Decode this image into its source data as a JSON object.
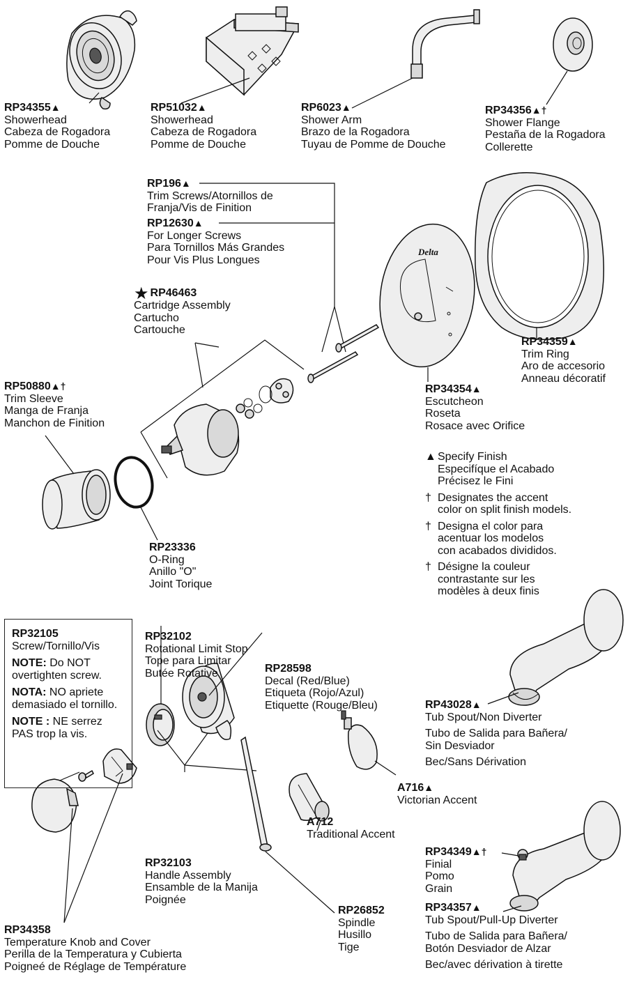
{
  "symbols": {
    "triangle": "▲",
    "dagger": "†",
    "star": "★"
  },
  "parts": [
    {
      "id": "p_RP34355",
      "number": "RP34355",
      "suffix": "▲",
      "lines": [
        "Showerhead",
        "Cabeza de Rogadora",
        "Pomme de Douche"
      ]
    },
    {
      "id": "p_RP51032",
      "number": "RP51032",
      "suffix": "▲",
      "lines": [
        "Showerhead",
        "Cabeza de Rogadora",
        "Pomme de Douche"
      ]
    },
    {
      "id": "p_RP6023",
      "number": "RP6023",
      "suffix": "▲",
      "lines": [
        "Shower Arm",
        "Brazo de la Rogadora",
        "Tuyau de Pomme de Douche"
      ]
    },
    {
      "id": "p_RP34356",
      "number": "RP34356",
      "suffix": "▲†",
      "lines": [
        "Shower Flange",
        "Pestaña de la Rogadora",
        "Collerette"
      ]
    },
    {
      "id": "p_RP196",
      "number": "RP196",
      "suffix": "▲",
      "lines": [
        "Trim Screws/Atornillos de",
        "Franja/Vis de Finition"
      ]
    },
    {
      "id": "p_RP12630",
      "number": "RP12630",
      "suffix": "▲",
      "lines": [
        "For Longer Screws",
        "Para Tornillos Más Grandes",
        "Pour Vis Plus Longues"
      ]
    },
    {
      "id": "p_RP46463",
      "number": "RP46463",
      "prefix": "★",
      "suffix": "",
      "lines": [
        "Cartridge Assembly",
        "Cartucho",
        "Cartouche"
      ]
    },
    {
      "id": "p_RP34359",
      "number": "RP34359",
      "suffix": "▲",
      "lines": [
        "Trim Ring",
        "Aro de accesorio",
        "Anneau décoratif"
      ]
    },
    {
      "id": "p_RP50880",
      "number": "RP50880",
      "suffix": "▲†",
      "lines": [
        "Trim Sleeve",
        "Manga de Franja",
        "Manchon de Finition"
      ]
    },
    {
      "id": "p_RP34354",
      "number": "RP34354",
      "suffix": "▲",
      "lines": [
        "Escutcheon",
        "Roseta",
        "Rosace avec Orifice"
      ]
    },
    {
      "id": "p_RP23336",
      "number": "RP23336",
      "suffix": "",
      "lines": [
        "O-Ring",
        "Anillo \"O\"",
        "Joint Torique"
      ]
    },
    {
      "id": "p_RP32102",
      "number": "RP32102",
      "suffix": "",
      "lines": [
        "Rotational Limit Stop",
        "Tope para Limitar",
        "Butée Rotative"
      ]
    },
    {
      "id": "p_RP28598",
      "number": "RP28598",
      "suffix": "",
      "lines": [
        "Decal (Red/Blue)",
        "Etiqueta (Rojo/Azul)",
        "Etiquette (Rouge/Bleu)"
      ]
    },
    {
      "id": "p_RP43028",
      "number": "RP43028",
      "suffix": "▲",
      "lines": [
        "Tub Spout/Non Diverter",
        "Tubo de Salida para Bañera/",
        "Sin Desviador",
        "Bec/Sans Dérivation"
      ]
    },
    {
      "id": "p_A716",
      "number": "A716",
      "suffix": "▲",
      "lines": [
        "Victorian Accent"
      ]
    },
    {
      "id": "p_A712",
      "number": "A712",
      "suffix": "",
      "lines": [
        "Traditional Accent"
      ]
    },
    {
      "id": "p_RP32103",
      "number": "RP32103",
      "suffix": "",
      "lines": [
        "Handle Assembly",
        "Ensamble de la Manija",
        "Poignée"
      ]
    },
    {
      "id": "p_RP34349",
      "number": "RP34349",
      "suffix": "▲†",
      "lines": [
        "Finial",
        "Pomo",
        "Grain"
      ]
    },
    {
      "id": "p_RP26852",
      "number": "RP26852",
      "suffix": "",
      "lines": [
        "Spindle",
        "Husillo",
        "Tige"
      ]
    },
    {
      "id": "p_RP34357",
      "number": "RP34357",
      "suffix": "▲",
      "lines": [
        "Tub Spout/Pull-Up Diverter",
        "Tubo de Salida para Bañera/",
        "Botón Desviador de Alzar",
        "Bec/avec dérivation à tirette"
      ]
    },
    {
      "id": "p_RP34358",
      "number": "RP34358",
      "suffix": "",
      "lines": [
        "Temperature Knob and Cover",
        "Perilla de la Temperatura y Cubierta",
        "Poigneé de Réglage de Température"
      ]
    }
  ],
  "legend": [
    {
      "symbol": "▲",
      "lines": [
        "Specify Finish",
        "Especifíque el Acabado",
        "Précisez le Fini"
      ]
    },
    {
      "symbol": "†",
      "lines": [
        "Designates the accent",
        "color on split finish models."
      ]
    },
    {
      "symbol": "†",
      "lines": [
        "Designa el color para",
        "acentuar los modelos",
        "con acabados divididos."
      ]
    },
    {
      "symbol": "†",
      "lines": [
        "Désigne la couleur",
        "contrastante sur les",
        "modèles à deux finis"
      ]
    }
  ],
  "note_box": {
    "part_number": "RP32105",
    "part_desc": "Screw/Tornillo/Vis",
    "notes": [
      {
        "label": "NOTE:",
        "text": " Do NOT overtighten screw."
      },
      {
        "label": "NOTA:",
        "text": "  NO apriete demasiado el tornillo."
      },
      {
        "label": "NOTE :",
        "text": " NE serrez PAS trop la vis."
      }
    ]
  },
  "escutcheon_logo": "Delta"
}
